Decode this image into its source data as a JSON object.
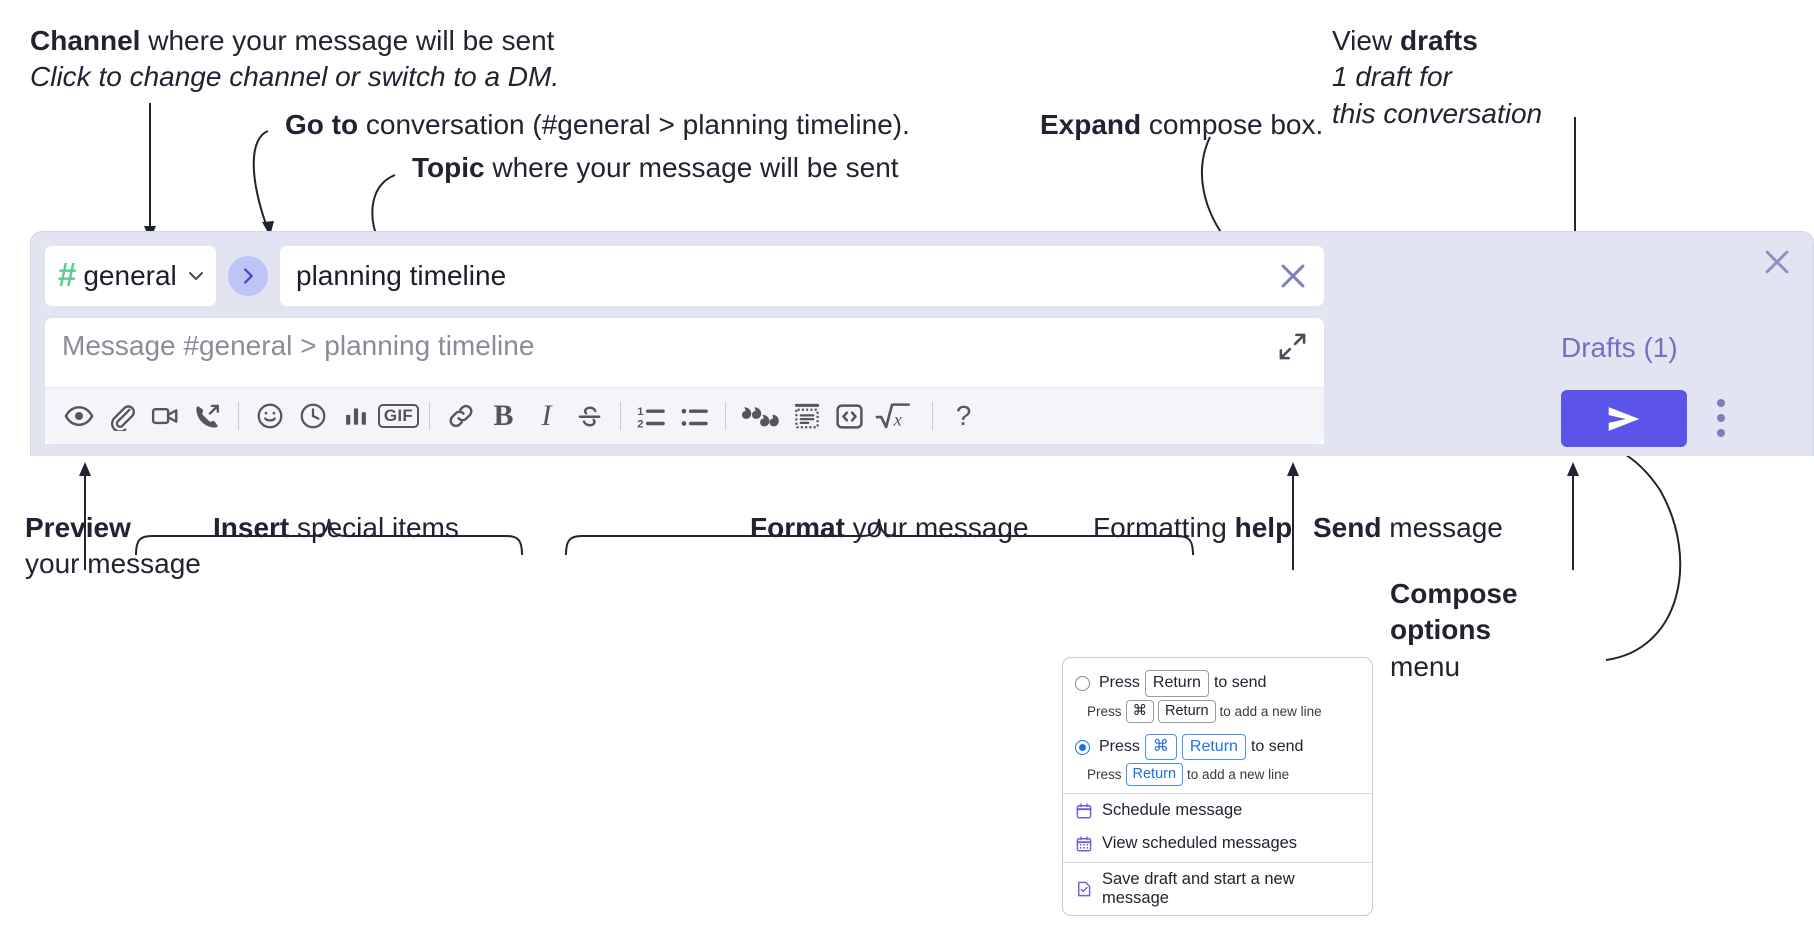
{
  "annotations": {
    "channel": {
      "bold": "Channel",
      "rest": " where your message will be sent",
      "italic": "Click to change channel or switch to a DM."
    },
    "goto": {
      "bold": "Go to",
      "rest": " conversation (#general > planning timeline)."
    },
    "topic": {
      "bold": "Topic",
      "rest": " where your message will be sent"
    },
    "expand": {
      "bold": "Expand",
      "rest": " compose box."
    },
    "drafts": {
      "lead": "View ",
      "bold": "drafts",
      "italic_line1": "1 draft for",
      "italic_line2": "this conversation"
    },
    "preview": {
      "bold": "Preview",
      "line2": "your message"
    },
    "insert": {
      "bold": "Insert",
      "rest": " special items"
    },
    "format": {
      "bold": "Format",
      "rest": " your message"
    },
    "formatting_help": {
      "lead": "Formatting ",
      "bold": "help"
    },
    "send": {
      "bold": "Send",
      "rest": " message"
    },
    "compose_options": {
      "bold_line1": "Compose",
      "bold_line2": "options",
      "line3": "menu"
    }
  },
  "compose": {
    "channel_name": "general",
    "channel_hash": "#",
    "topic_value": "planning timeline",
    "message_placeholder": "Message #general > planning timeline",
    "drafts_label": "Drafts (1)",
    "toolbar": [
      {
        "name": "preview-icon",
        "label": "Preview"
      },
      {
        "name": "attachment-icon",
        "label": "Attach file"
      },
      {
        "name": "video-icon",
        "label": "Record video clip"
      },
      {
        "name": "audio-call-icon",
        "label": "Record audio clip"
      },
      {
        "sep": true
      },
      {
        "name": "emoji-icon",
        "label": "Emoji"
      },
      {
        "name": "clock-icon",
        "label": "Reminder"
      },
      {
        "name": "poll-icon",
        "label": "Poll"
      },
      {
        "name": "gif-icon",
        "label": "GIF"
      },
      {
        "sep": true
      },
      {
        "name": "link-icon",
        "label": "Link"
      },
      {
        "name": "bold-icon",
        "label": "B"
      },
      {
        "name": "italic-icon",
        "label": "I"
      },
      {
        "name": "strikethrough-icon",
        "label": "Strikethrough"
      },
      {
        "sep": true
      },
      {
        "name": "ordered-list-icon",
        "label": "Ordered list"
      },
      {
        "name": "bulleted-list-icon",
        "label": "Bulleted list"
      },
      {
        "sep": true
      },
      {
        "name": "blockquote-icon",
        "label": "Blockquote"
      },
      {
        "name": "code-block-icon",
        "label": "Code block"
      },
      {
        "name": "code-icon",
        "label": "Code"
      },
      {
        "name": "math-icon",
        "label": "Math"
      },
      {
        "sep": true
      },
      {
        "name": "help-icon",
        "label": "?"
      }
    ]
  },
  "options_menu": {
    "option1": {
      "selected": false,
      "main_prefix": "Press",
      "main_key": "Return",
      "main_suffix": "to send",
      "sub_prefix": "Press",
      "sub_key1": "⌘",
      "sub_key2": "Return",
      "sub_suffix": "to add a new line"
    },
    "option2": {
      "selected": true,
      "main_prefix": "Press",
      "main_key1": "⌘",
      "main_key2": "Return",
      "main_suffix": "to send",
      "sub_prefix": "Press",
      "sub_key": "Return",
      "sub_suffix": "to add a new line"
    },
    "items": [
      {
        "icon": "calendar-icon",
        "label": "Schedule message"
      },
      {
        "icon": "calendar-grid-icon",
        "label": "View scheduled messages"
      },
      {
        "icon": "save-draft-icon",
        "label": "Save draft and start a new message"
      }
    ]
  },
  "colors": {
    "panel_bg": "#e3e4f2",
    "send_button": "#5a54e8",
    "accent_purple": "#6f72c0",
    "hash_green": "#5ccb8e",
    "goto_blue": "#3d4fd6",
    "radio_blue": "#1a73e8"
  }
}
